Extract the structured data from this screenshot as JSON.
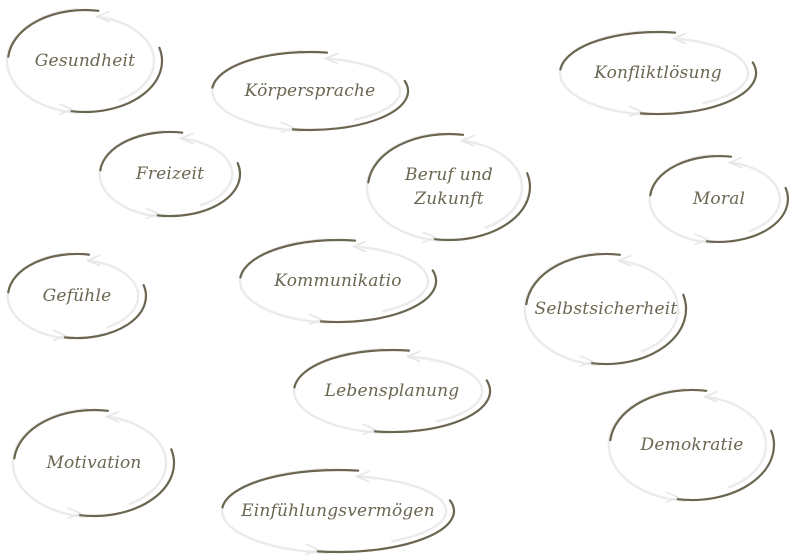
{
  "diagram": {
    "nodes": [
      {
        "id": "gesundheit",
        "label": "Gesundheit"
      },
      {
        "id": "koerpersprache",
        "label": "Körpersprache"
      },
      {
        "id": "konfliktloesung",
        "label": "Konfliktlösung"
      },
      {
        "id": "freizeit",
        "label": "Freizeit"
      },
      {
        "id": "beruf-und-zukunft",
        "label": "Beruf und\nZukunft"
      },
      {
        "id": "moral",
        "label": "Moral"
      },
      {
        "id": "gefuehle",
        "label": "Gefühle"
      },
      {
        "id": "kommunikation",
        "label": "Kommunikatio"
      },
      {
        "id": "selbstsicherheit",
        "label": "Selbstsicherheit"
      },
      {
        "id": "lebensplanung",
        "label": "Lebensplanung"
      },
      {
        "id": "motivation",
        "label": "Motivation"
      },
      {
        "id": "demokratie",
        "label": "Demokratie"
      },
      {
        "id": "einfuehlungsvermoegen",
        "label": "Einfühlungsvermögen"
      }
    ],
    "colors": {
      "accent": "#6b6651",
      "ghost": "#ebebeb",
      "background": "#ffffff"
    },
    "icon": "circular-arrow-ellipse"
  }
}
